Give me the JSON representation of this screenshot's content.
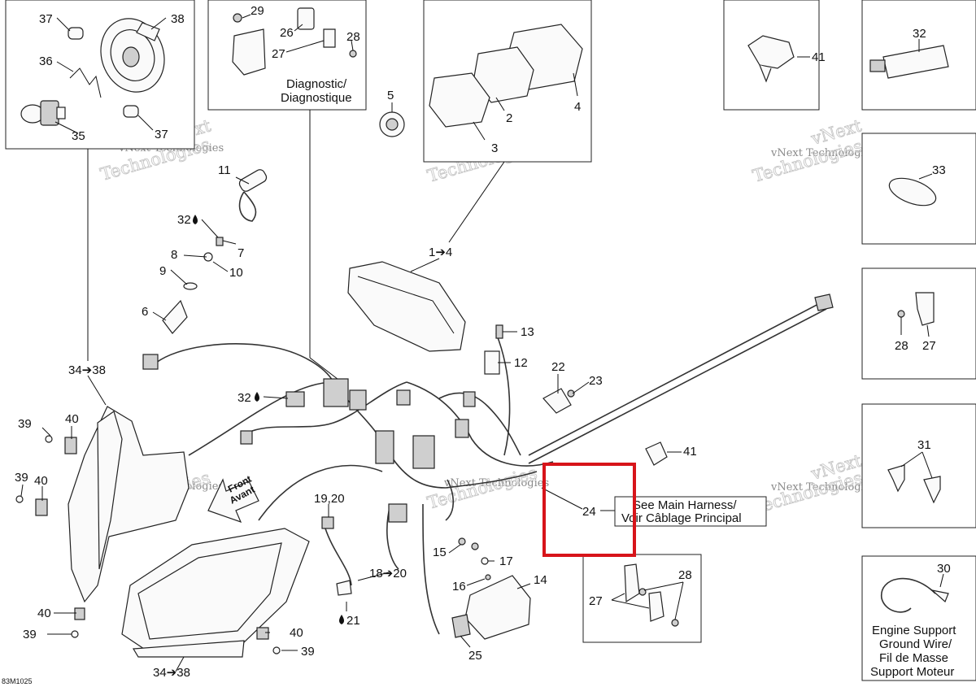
{
  "diagram_id": "83M1025",
  "callouts": {
    "c1_4": "1➔4",
    "c2": "2",
    "c3": "3",
    "c4": "4",
    "c5": "5",
    "c6": "6",
    "c7": "7",
    "c8": "8",
    "c9": "9",
    "c10": "10",
    "c11": "11",
    "c12": "12",
    "c13": "13",
    "c14": "14",
    "c15": "15",
    "c16": "16",
    "c17": "17",
    "c18_20": "18➔20",
    "c19_20": "19,20",
    "c21": "21",
    "c22": "22",
    "c23": "23",
    "c24": "24",
    "c25": "25",
    "c26": "26",
    "c27": "27",
    "c28": "28",
    "c29": "29",
    "c30": "30",
    "c31": "31",
    "c32": "32",
    "c33": "33",
    "c34_38": "34➔38",
    "c35": "35",
    "c36": "36",
    "c37": "37",
    "c38": "38",
    "c39": "39",
    "c40": "40",
    "c41": "41"
  },
  "labels": {
    "diagnostic_en": "Diagnostic/",
    "diagnostic_fr": "Diagnostique",
    "front_en": "Front",
    "front_fr": "Avant",
    "main_harness_en": "See Main Harness/",
    "main_harness_fr": "Voir Câblage Principal",
    "ground_wire_1": "Engine Support",
    "ground_wire_2": "Ground Wire/",
    "ground_wire_3": "Fil de Masse",
    "ground_wire_4": "Support Moteur"
  },
  "watermark": {
    "line1": "vNext Technologies",
    "line2": "Technologies",
    "line3": "vNext"
  },
  "colors": {
    "highlight": "#d7141a",
    "ink": "#111111"
  },
  "icons": {
    "drop": "drop-icon",
    "arrow": "arrow-right-icon"
  }
}
